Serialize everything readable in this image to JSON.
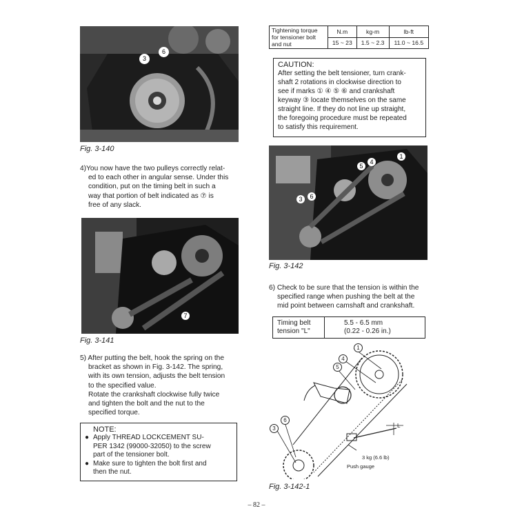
{
  "left": {
    "fig140": {
      "caption": "Fig. 3-140",
      "markers": [
        "3",
        "6"
      ]
    },
    "step4": {
      "lines": [
        "4)You now have the two pulleys correctly relat-",
        "ed to each other in angular sense. Under this",
        "condition, put on the timing belt in such a",
        "way that portion of belt indicated as ⑦ is",
        "free of any slack."
      ]
    },
    "fig141": {
      "caption": "Fig. 3-141",
      "markers": [
        "7"
      ]
    },
    "step5": {
      "lines": [
        "5) After putting the belt, hook the spring on the",
        "bracket as shown in Fig. 3-142. The spring,",
        "with its own tension, adjusts the belt tension",
        "to the specified value.",
        "Rotate the crankshaft clockwise fully twice",
        "and tighten the bolt and the nut to the",
        "specified torque."
      ]
    },
    "note": {
      "title": "NOTE:",
      "items": [
        [
          "Apply THREAD LOCKCEMENT SU-",
          "PER 1342 (99000-32050) to the screw",
          "part of the tensioner bolt."
        ],
        [
          "Make sure to tighten the bolt first and",
          "then the nut."
        ]
      ]
    }
  },
  "right": {
    "torque_table": {
      "label_lines": [
        "Tightening torque",
        "for tensioner bolt",
        "and nut"
      ],
      "headers": [
        "N.m",
        "kg-m",
        "lb-ft"
      ],
      "values": [
        "15 ~ 23",
        "1.5 ~ 2.3",
        "11.0 ~ 16.5"
      ]
    },
    "caution": {
      "title": "CAUTION:",
      "lines": [
        "After setting the belt tensioner, turn crank-",
        "shaft 2 rotations in clockwise direction to",
        "see if marks ① ④ ⑤ ⑥ and crankshaft",
        "keyway ③ locate themselves on the same",
        "straight line. If they do not line up straight,",
        "the foregoing procedure must be repeated",
        "to satisfy this requirement."
      ]
    },
    "fig142": {
      "caption": "Fig. 3-142",
      "markers": [
        "1",
        "4",
        "5",
        "3",
        "6"
      ]
    },
    "step6": {
      "lines": [
        "6) Check to be sure that the tension is within the",
        "specified range when pushing the belt at the",
        "mid point between camshaft and crankshaft."
      ]
    },
    "spec": {
      "label_lines": [
        "Timing belt",
        "tension \"L\""
      ],
      "value_lines": [
        "5.5 - 6.5 mm",
        "(0.22 - 0.26 in.)"
      ]
    },
    "fig1421": {
      "caption": "Fig. 3-142-1",
      "markers": [
        "1",
        "4",
        "5",
        "6",
        "3"
      ],
      "label_L": "L",
      "force": "3 kg (6.6 lb)",
      "gauge": "Push gauge"
    }
  },
  "page_number": "– 82 –"
}
